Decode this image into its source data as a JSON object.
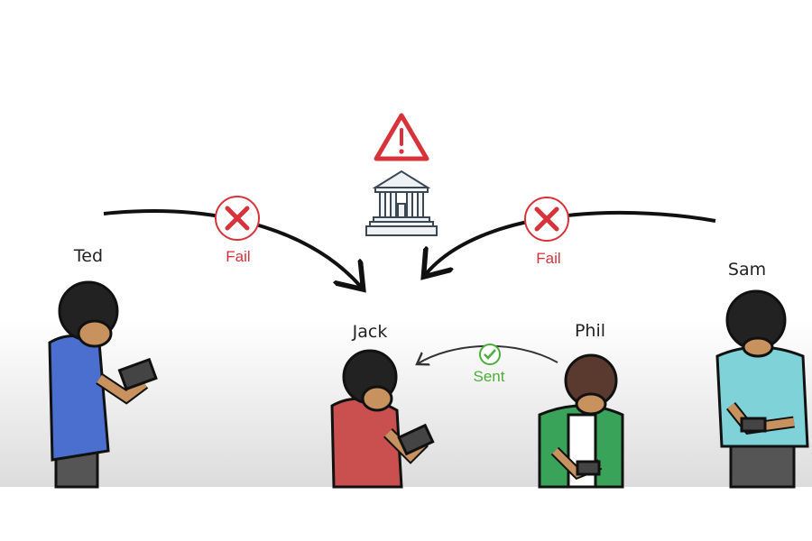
{
  "people": {
    "ted": "Ted",
    "jack": "Jack",
    "phil": "Phil",
    "sam": "Sam"
  },
  "statuses": {
    "left_fail": "Fail",
    "right_fail": "Fail",
    "sent": "Sent"
  },
  "colors": {
    "fail": "#d8323a",
    "sent": "#4caf3a",
    "ted_shirt": "#4a6fcf",
    "jack_shirt": "#c9504e",
    "phil_shirt": "#3aa35a",
    "sam_shirt": "#7fd2d8"
  }
}
